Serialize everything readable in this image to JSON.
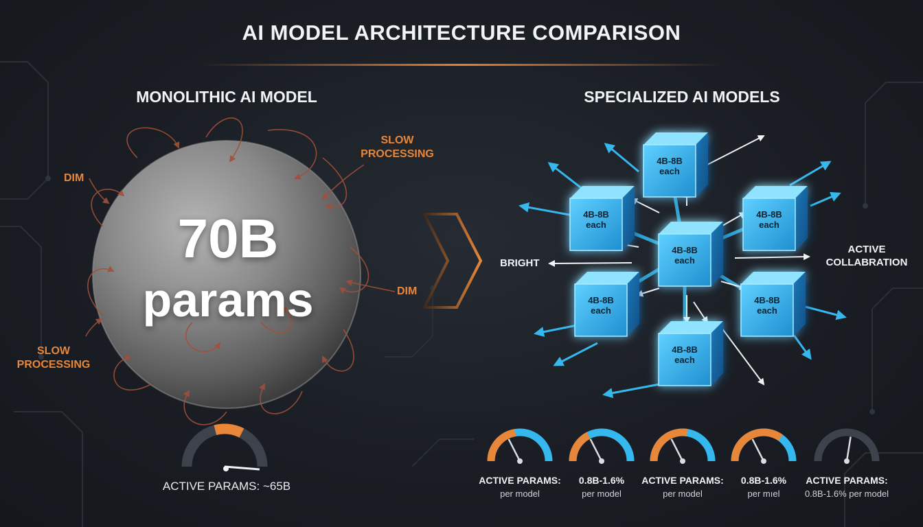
{
  "title": "AI MODEL ARCHITECTURE COMPARISON",
  "monolithic": {
    "title": "MONOLITHIC AI MODEL",
    "value": "70B",
    "unit": "params",
    "labels": {
      "dim_left": "DIM",
      "slow_top": "SLOW\nPROCESSING",
      "dim_right": "DIM",
      "slow_bottom": "SLOW\nPROCESSING"
    },
    "gauge_caption": "ACTIVE PARAMS: ~65B",
    "gauge_fill_fraction": 0.93
  },
  "specialized": {
    "title": "SPECIALIZED AI MODELS",
    "cube_label": "4B-8B\neach",
    "cube_count": 7,
    "label_left": "BRIGHT",
    "label_right": "ACTIVE\nCOLLABRATION",
    "gauges": [
      {
        "line1": "ACTIVE PARAMS:",
        "line2": "per model",
        "fill_fraction": 0.45
      },
      {
        "line1": "0.8B-1.6%",
        "line2": "per model",
        "fill_fraction": 0.35
      },
      {
        "line1": "ACTIVE PARAMS:",
        "line2": "per model",
        "fill_fraction": 0.55
      },
      {
        "line1": "0.8B-1.6%",
        "line2": "per mıel",
        "fill_fraction": 0.7
      },
      {
        "line1": "ACTIVE PARAMS:",
        "line2": "0.8B-1.6% per model",
        "fill_fraction": 0.0
      }
    ]
  },
  "colors": {
    "accent_orange": "#e8873a",
    "accent_cyan": "#35b8ee",
    "background": "#1a1e24"
  }
}
